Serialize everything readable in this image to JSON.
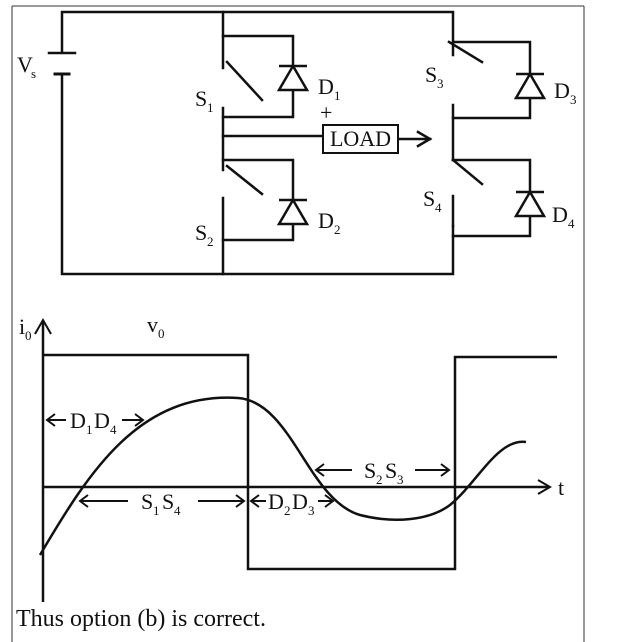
{
  "circuit": {
    "source_label": "V",
    "source_sub": "s",
    "switches": [
      {
        "name": "S",
        "sub": "1"
      },
      {
        "name": "S",
        "sub": "2"
      },
      {
        "name": "S",
        "sub": "3"
      },
      {
        "name": "S",
        "sub": "4"
      }
    ],
    "diodes": [
      {
        "name": "D",
        "sub": "1"
      },
      {
        "name": "D",
        "sub": "2"
      },
      {
        "name": "D",
        "sub": "3"
      },
      {
        "name": "D",
        "sub": "4"
      }
    ],
    "load_label": "LOAD",
    "load_polarity": "+"
  },
  "waveform": {
    "current_axis": {
      "name": "i",
      "sub": "0"
    },
    "voltage_label": {
      "name": "v",
      "sub": "0"
    },
    "time_label": "t",
    "intervals": [
      {
        "a": "D",
        "a_sub": "1",
        "b": "D",
        "b_sub": "4"
      },
      {
        "a": "S",
        "a_sub": "1",
        "b": "S",
        "b_sub": "4"
      },
      {
        "a": "D",
        "a_sub": "2",
        "b": "D",
        "b_sub": "3"
      },
      {
        "a": "S",
        "a_sub": "2",
        "b": "S",
        "b_sub": "3"
      }
    ]
  },
  "caption": "Thus option (b) is correct."
}
